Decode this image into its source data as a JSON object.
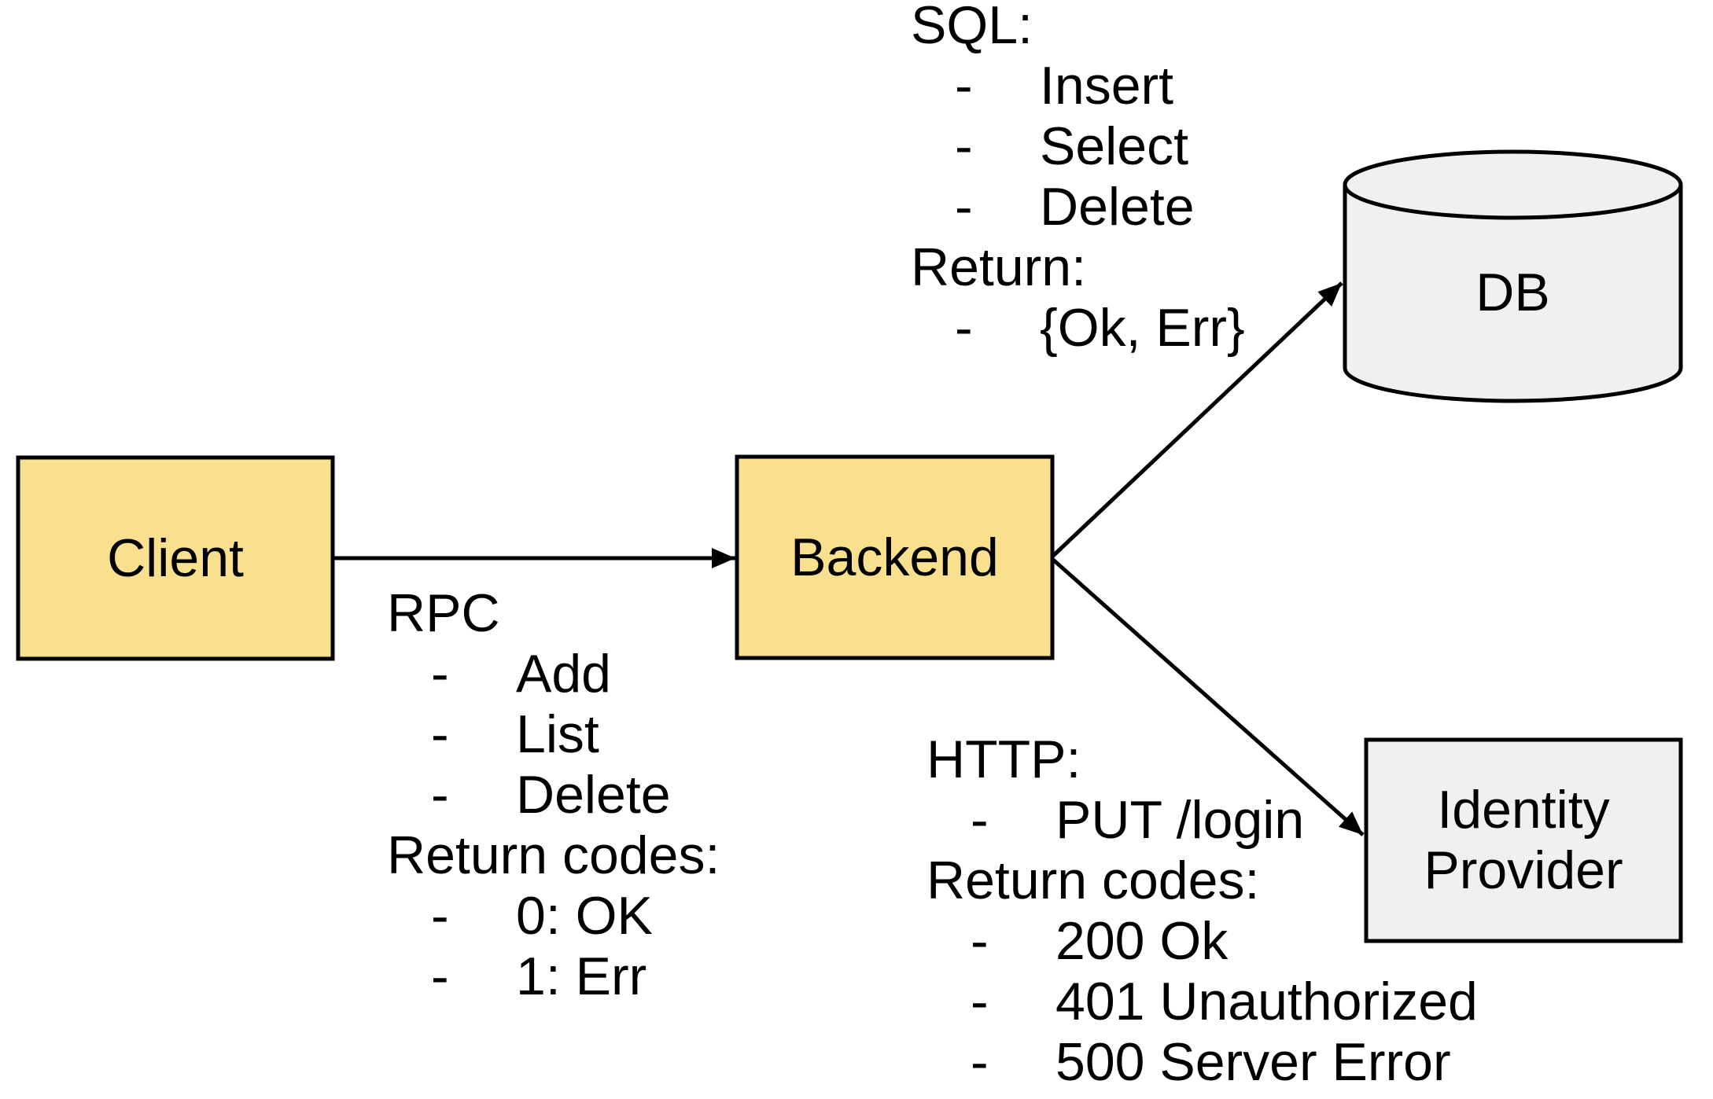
{
  "colors": {
    "node_yellow": "#F8E08E",
    "node_gray": "#F0F0F0",
    "stroke": "#000000",
    "background": "#FFFFFF"
  },
  "nodes": {
    "client": {
      "label": "Client"
    },
    "backend": {
      "label": "Backend"
    },
    "db": {
      "label": "DB"
    },
    "idp": {
      "label": "Identity Provider"
    }
  },
  "annotations": {
    "rpc": {
      "lines": [
        {
          "t": "RPC"
        },
        {
          "b": "-",
          "t": "Add"
        },
        {
          "b": "-",
          "t": "List"
        },
        {
          "b": "-",
          "t": "Delete"
        },
        {
          "t": "Return codes:"
        },
        {
          "b": "-",
          "t": "0: OK"
        },
        {
          "b": "-",
          "t": "1: Err"
        }
      ]
    },
    "sql": {
      "lines": [
        {
          "t": "SQL:"
        },
        {
          "b": "-",
          "t": "Insert"
        },
        {
          "b": "-",
          "t": "Select"
        },
        {
          "b": "-",
          "t": "Delete"
        },
        {
          "t": "Return:"
        },
        {
          "b": "-",
          "t": "{Ok, Err}"
        }
      ]
    },
    "http": {
      "lines": [
        {
          "t": "HTTP:"
        },
        {
          "b": "-",
          "t": "PUT /login"
        },
        {
          "t": "Return codes:"
        },
        {
          "b": "-",
          "t": "200 Ok"
        },
        {
          "b": "-",
          "t": "401 Unauthorized"
        },
        {
          "b": "-",
          "t": "500 Server Error"
        }
      ]
    }
  }
}
